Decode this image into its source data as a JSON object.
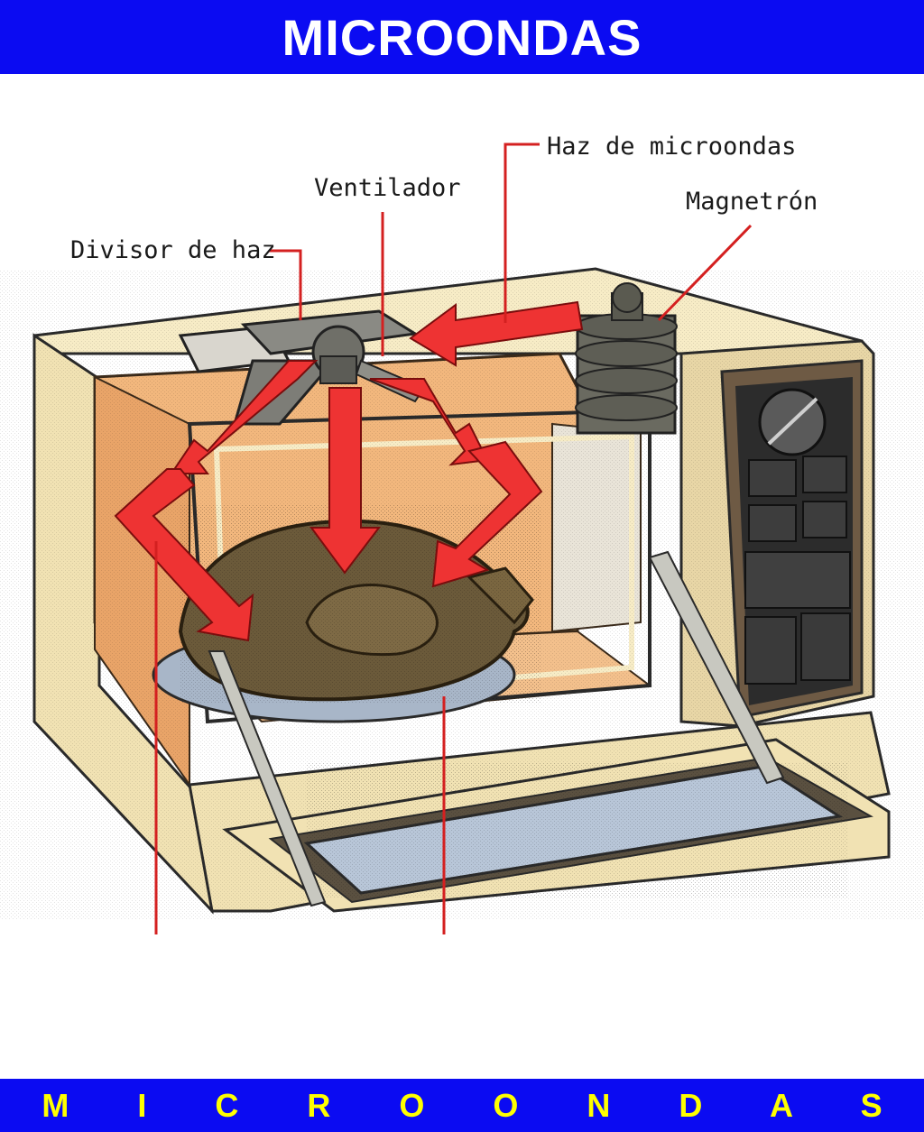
{
  "header": {
    "title": "MICROONDAS"
  },
  "footer": {
    "text": "M I C R O O N D A S"
  },
  "labels": {
    "beam": "Haz de microondas",
    "fan": "Ventilador",
    "magnetron": "Magnetrón",
    "splitter": "Divisor de haz"
  },
  "colors": {
    "banner": "#0b0bf2",
    "title": "#ffffff",
    "footer_text": "#ffff00",
    "arrows": "#ee3333",
    "leader_lines": "#d42020"
  }
}
